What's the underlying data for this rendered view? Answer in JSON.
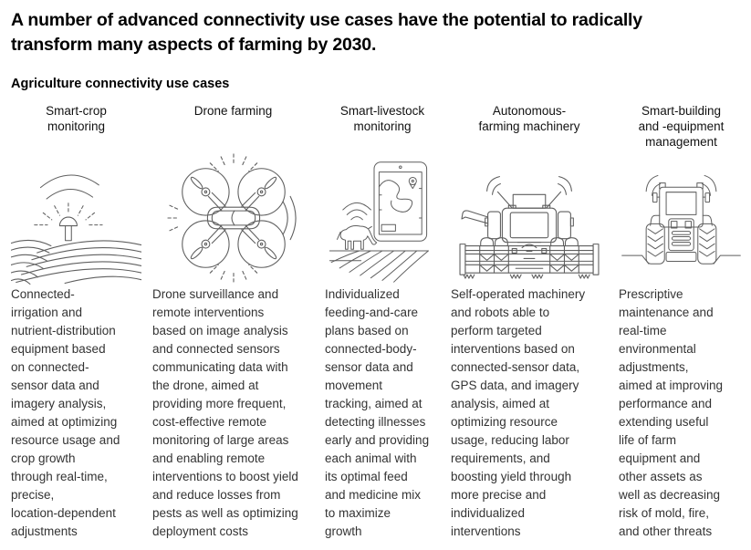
{
  "page": {
    "title": "A number of advanced connectivity use cases have the potential to radically transform many aspects of farming by 2030.",
    "section_label": "Agriculture connectivity use cases"
  },
  "use_cases": [
    {
      "label": "Smart-crop\nmonitoring",
      "illustration": "crop-field-sensor",
      "description": "Connected-\nirrigation and\nnutrient-distribution\nequipment based\non connected-\nsensor data and\nimagery analysis,\naimed at optimizing\nresource usage and\ncrop growth\nthrough real-time,\nprecise,\nlocation-dependent\nadjustments"
    },
    {
      "label": "Drone farming",
      "illustration": "quadcopter-drone",
      "description": "Drone surveillance and\nremote interventions\nbased on image analysis\nand connected sensors\ncommunicating data with\nthe drone, aimed at\nproviding more frequent,\ncost-effective remote\nmonitoring of large areas\nand enabling remote\ninterventions to boost yield\nand reduce losses from\npests as well as optimizing\ndeployment costs"
    },
    {
      "label": "Smart-livestock\nmonitoring",
      "illustration": "cow-with-tracking-tablet",
      "description": "Individualized\nfeeding-and-care\nplans based on\nconnected-body-\nsensor data and\nmovement\ntracking, aimed at\ndetecting illnesses\nearly and providing\neach animal with\nits optimal feed\nand medicine mix\nto maximize\ngrowth"
    },
    {
      "label": "Autonomous-\nfarming machinery",
      "illustration": "connected-combine-harvester",
      "description": "Self-operated machinery\nand robots able to\nperform targeted\ninterventions based on\nconnected-sensor data,\nGPS data, and imagery\nanalysis, aimed at\noptimizing resource\nusage, reducing labor\nrequirements, and\nboosting yield through\nmore precise and\nindividualized\ninterventions"
    },
    {
      "label": "Smart-building\nand -equipment\nmanagement",
      "illustration": "connected-tractor",
      "description": "Prescriptive\nmaintenance and\nreal-time\nenvironmental\nadjustments,\naimed at improving\nperformance and\nextending useful\nlife of farm\nequipment and\nother assets as\nwell as decreasing\nrisk of mold, fire,\nand other threats"
    }
  ],
  "colors": {
    "background": "#ffffff",
    "title_text": "#000000",
    "body_text": "#333333",
    "line_art": "#5f5f5f"
  }
}
